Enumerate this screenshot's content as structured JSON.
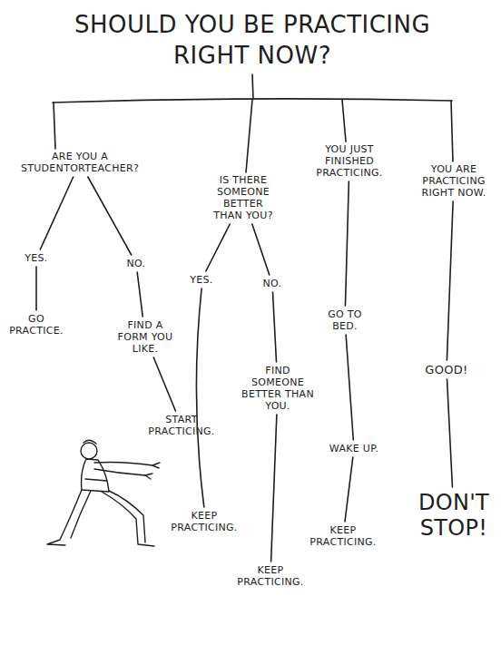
{
  "diagram": {
    "title": "SHOULD YOU BE PRACTICING RIGHT NOW?",
    "nodes": [
      {
        "text": [
          "ARE YOU A STUDENTORTEACHER?"
        ]
      },
      {
        "text": [
          "IS THERE SOMEONE BETTER THAN YOU?"
        ]
      },
      {
        "text": [
          "YOU JUST FINISHED PRACTICING."
        ]
      },
      {
        "text": [
          "YOU ARE PRACTICING RIGHT NOW."
        ]
      },
      {
        "text": [
          "YES."
        ]
      },
      {
        "text": [
          "NO."
        ]
      },
      {
        "text": [
          "GO PRACTICE."
        ]
      },
      {
        "text": [
          "FIND A FORM YOU LIKE."
        ]
      },
      {
        "text": [
          "START PRACTICING."
        ]
      },
      {
        "text": [
          "YES."
        ]
      },
      {
        "text": [
          "NO."
        ]
      },
      {
        "text": [
          "FIND SOMEONE BETTER THAN YOU."
        ]
      },
      {
        "text": [
          "KEEP PRACTICING."
        ]
      },
      {
        "text": [
          "KEEP PRACTICING."
        ]
      },
      {
        "text": [
          "GO TO BED."
        ]
      },
      {
        "text": [
          "WAKE UP."
        ]
      },
      {
        "text": [
          "KEEP PRACTICING."
        ]
      },
      {
        "text": [
          "GOOD!"
        ]
      },
      {
        "text": [
          "DON'T STOP!"
        ]
      }
    ],
    "edges": [
      {
        "from": 0,
        "to": 4,
        "arrow": "none"
      },
      {
        "from": 0,
        "to": 5,
        "arrow": "none"
      },
      {
        "from": 4,
        "to": 6,
        "arrow": "none"
      },
      {
        "from": 5,
        "to": 7,
        "arrow": "none"
      },
      {
        "from": 7,
        "to": 8,
        "arrow": "none"
      },
      {
        "from": 1,
        "to": 9,
        "arrow": "none"
      },
      {
        "from": 1,
        "to": 10,
        "arrow": "none"
      },
      {
        "from": 9,
        "to": 12,
        "arrow": "none"
      },
      {
        "from": 10,
        "to": 11,
        "arrow": "none"
      },
      {
        "from": 11,
        "to": 13,
        "arrow": "none"
      },
      {
        "from": 2,
        "to": 14,
        "arrow": "none"
      },
      {
        "from": 14,
        "to": 15,
        "arrow": "none"
      },
      {
        "from": 15,
        "to": 16,
        "arrow": "none"
      },
      {
        "from": 3,
        "to": 17,
        "arrow": "none"
      },
      {
        "from": 17,
        "to": 18,
        "arrow": "none"
      }
    ]
  }
}
